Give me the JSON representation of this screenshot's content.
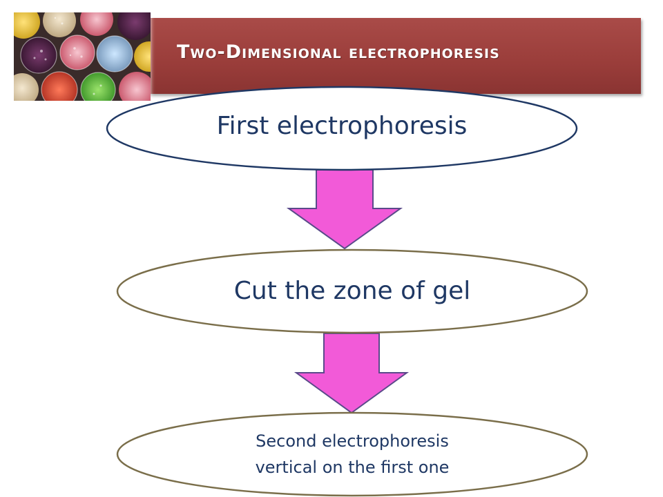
{
  "title": "Two-Dimensional electrophoresis",
  "steps": [
    {
      "label": "First electrophoresis"
    },
    {
      "label": "Cut the zone of gel"
    },
    {
      "label_line1": "Second electrophoresis",
      "label_line2": "vertical on the first one"
    }
  ],
  "colors": {
    "banner": "#9a3d3a",
    "arrow_fill": "#f25ad8",
    "node1_border": "#1f3864",
    "node_border": "#7a6e4a",
    "text": "#1f3864"
  },
  "icons": [
    "petri-dishes-photo",
    "down-arrow",
    "ellipse-node"
  ]
}
